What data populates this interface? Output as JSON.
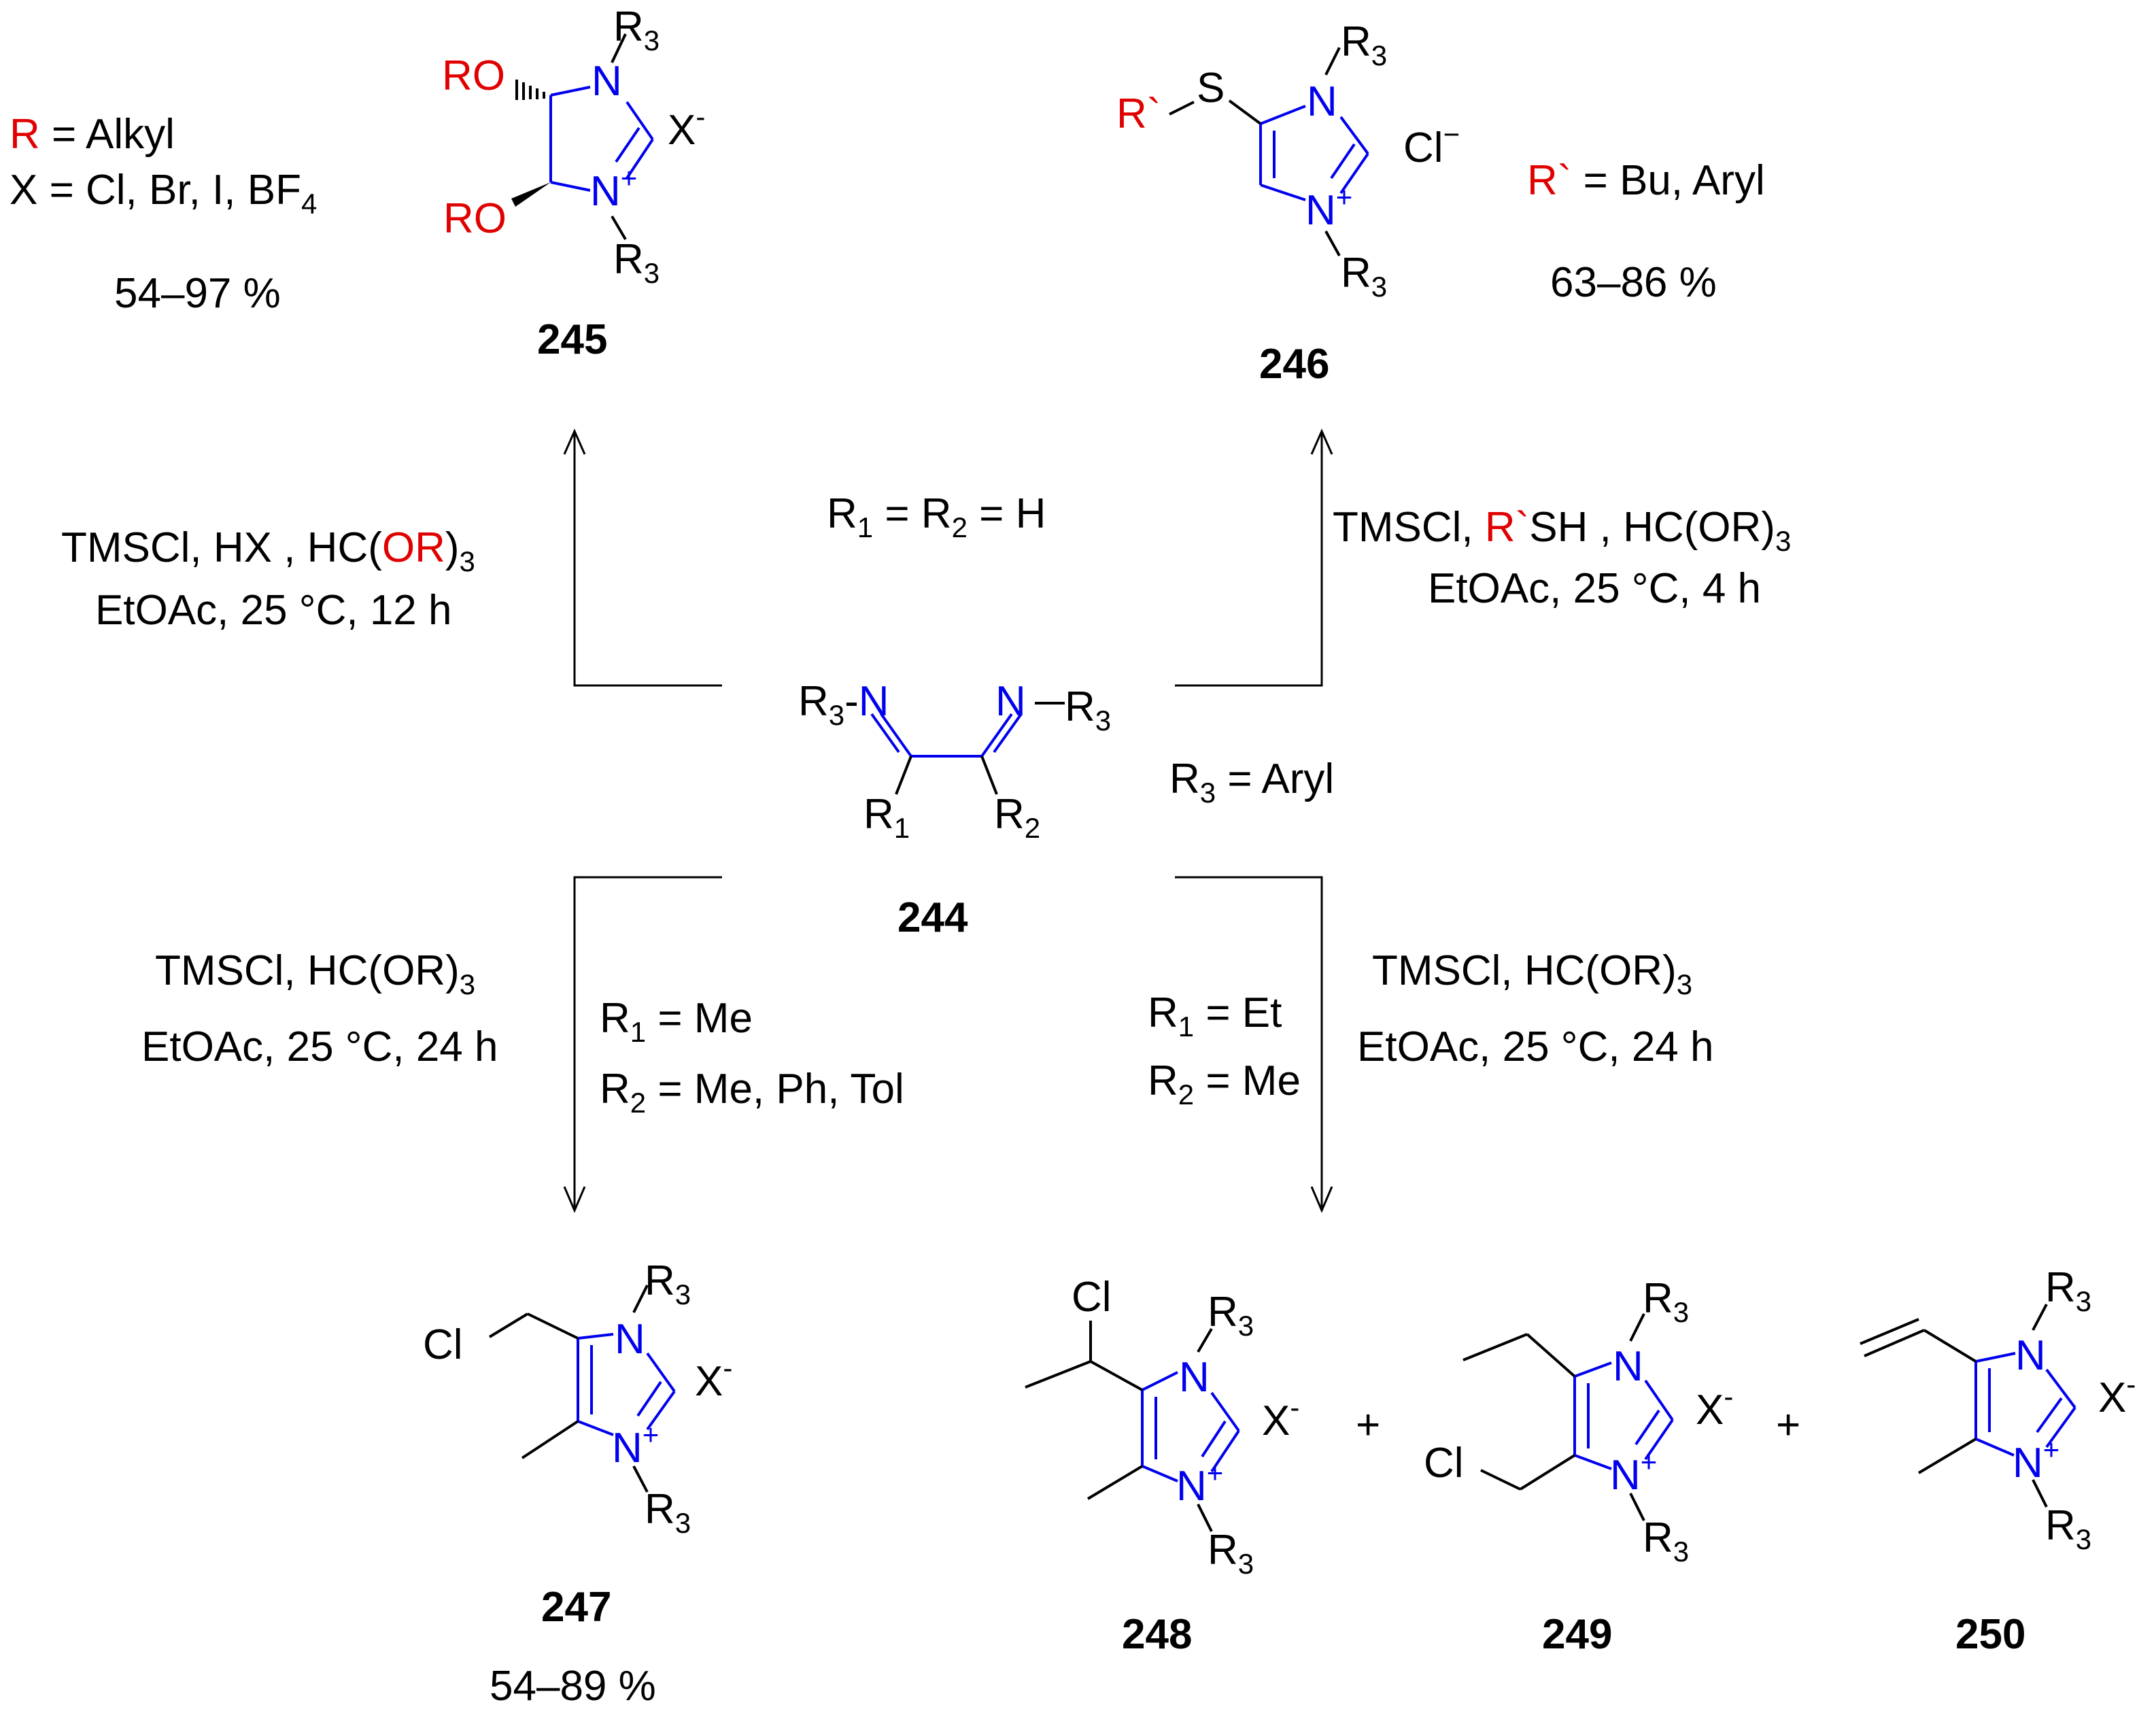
{
  "conditions": {
    "top_left_line1_a": "TMSCl, HX , HC(",
    "top_left_line1_b": "OR",
    "top_left_line1_c": ")",
    "top_left_line1_sub": "3",
    "top_left_line2": "EtOAc, 25 °C, 12 h",
    "top_right_line1_a": "TMSCl, ",
    "top_right_line1_b": "R`",
    "top_right_line1_c": "SH , HC(OR)",
    "top_right_line1_sub": "3",
    "top_right_line2": "EtOAc, 25 °C, 4 h",
    "bottom_left_line1": "TMSCl,  HC(OR)",
    "bottom_left_line1_sub": "3",
    "bottom_left_line2": "EtOAc, 25 °C, 24 h",
    "bottom_right_line1": "TMSCl,  HC(OR)",
    "bottom_right_line1_sub": "3",
    "bottom_right_line2": "EtOAc, 25 °C, 24 h"
  },
  "substituents": {
    "top_r1": "R",
    "top_r1_sub": "1",
    "top_r2": " = R",
    "top_r2_sub": "2",
    "top_tail": " = H",
    "r3_aryl": "R",
    "r3_aryl_sub": "3",
    "r3_aryl_tail": " = Aryl",
    "bl_r1": "R",
    "bl_r1_sub": "1",
    "bl_r1_tail": " = Me",
    "bl_r2": "R",
    "bl_r2_sub": "2",
    "bl_r2_tail": " = Me, Ph, Tol",
    "br_r1": "R",
    "br_r1_sub": "1",
    "br_r1_tail": " = Et",
    "br_r2": "R",
    "br_r2_sub": "2",
    "br_r2_tail": " = Me"
  },
  "legend_245": {
    "r_red": "R",
    "r_tail": " = Alkyl",
    "x_line": "X = Cl, Br, I, BF",
    "x_sub": "4",
    "yield": "54–97 %"
  },
  "legend_246": {
    "r_red": "R`",
    "r_tail": " = Bu, Aryl",
    "yield": "63–86 %"
  },
  "yield_247": "54–89 %",
  "compounds": {
    "c244": "244",
    "c245": "245",
    "c246": "246",
    "c247": "247",
    "c248": "248",
    "c249": "249",
    "c250": "250"
  },
  "atoms": {
    "N": "N",
    "R": "R",
    "sub3": "3",
    "sub1": "1",
    "sub2": "2",
    "plus": "+",
    "minus": "-",
    "X": "X",
    "Cl": "Cl",
    "Cl_minus": "−",
    "RO": "RO",
    "S": "S",
    "Rp": "R`",
    "dash": "-",
    "plus_sign": "+"
  },
  "colors": {
    "heteroatom": "#0000ee",
    "highlight": "#e00000"
  }
}
